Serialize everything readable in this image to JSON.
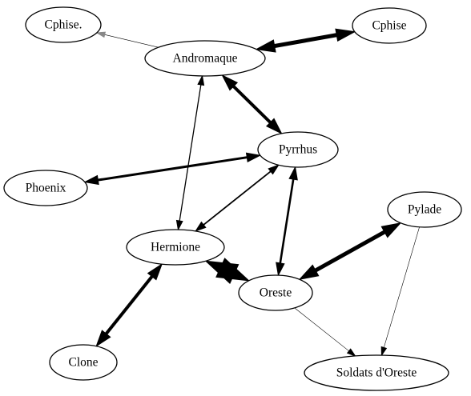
{
  "graph": {
    "nodes": [
      {
        "id": "cphise_dot",
        "label": "Cphise."
      },
      {
        "id": "cphise",
        "label": "Cphise"
      },
      {
        "id": "andromaque",
        "label": "Andromaque"
      },
      {
        "id": "pyrrhus",
        "label": "Pyrrhus"
      },
      {
        "id": "phoenix",
        "label": "Phoenix"
      },
      {
        "id": "pylade",
        "label": "Pylade"
      },
      {
        "id": "hermione",
        "label": "Hermione"
      },
      {
        "id": "oreste",
        "label": "Oreste"
      },
      {
        "id": "clone",
        "label": "Clone"
      },
      {
        "id": "soldats",
        "label": "Soldats d'Oreste"
      }
    ],
    "edges": [
      {
        "from": "andromaque",
        "to": "cphise_dot",
        "direction": "forward",
        "weight": 0.6,
        "color": "#888888"
      },
      {
        "from": "andromaque",
        "to": "cphise",
        "direction": "both",
        "weight": 5
      },
      {
        "from": "andromaque",
        "to": "pyrrhus",
        "direction": "both",
        "weight": 4
      },
      {
        "from": "pyrrhus",
        "to": "phoenix",
        "direction": "both",
        "weight": 3
      },
      {
        "from": "hermione",
        "to": "andromaque",
        "direction": "both",
        "weight": 1.3
      },
      {
        "from": "hermione",
        "to": "pyrrhus",
        "direction": "both",
        "weight": 1.8
      },
      {
        "from": "pyrrhus",
        "to": "oreste",
        "direction": "both",
        "weight": 2.6
      },
      {
        "from": "pylade",
        "to": "oreste",
        "direction": "both",
        "weight": 5
      },
      {
        "from": "hermione",
        "to": "oreste",
        "direction": "both",
        "weight": 10
      },
      {
        "from": "hermione",
        "to": "clone",
        "direction": "both",
        "weight": 4
      },
      {
        "from": "oreste",
        "to": "soldats",
        "direction": "forward",
        "weight": 0.6
      },
      {
        "from": "pylade",
        "to": "soldats",
        "direction": "forward",
        "weight": 0.6
      }
    ]
  }
}
